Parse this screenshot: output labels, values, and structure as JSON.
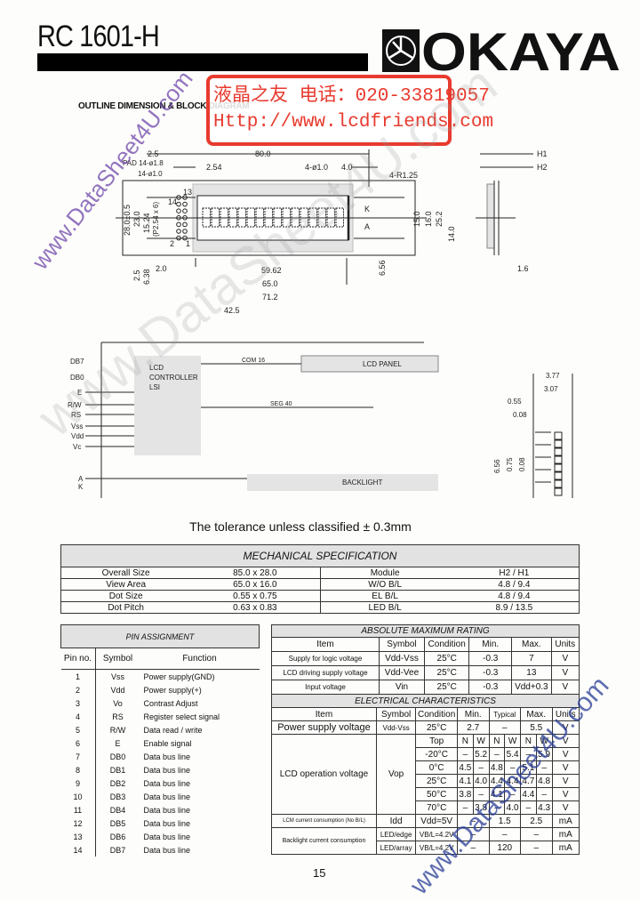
{
  "header": {
    "title": "RC 1601-H",
    "brand": "OKAYA",
    "section_title": "OUTLINE DIMENSION & BLOCK DIAGRAM"
  },
  "stamp": {
    "line1": "液晶之友 电话：020-33819057",
    "line2": "Http://www.lcdfriends.com",
    "color": "#e83a2e"
  },
  "watermark": "www.DataSheet4U.com",
  "outline": {
    "dims": [
      "2.5",
      "80.0",
      "PAD 14-ø1.8",
      "2.54",
      "14-ø1.0",
      "4-ø1.0",
      "4.0",
      "4-R1.25",
      "13",
      "14",
      "K",
      "A",
      "1",
      "2",
      "59.62",
      "65.0",
      "71.2",
      "42.5",
      "2.0",
      "1.6",
      "H1",
      "H2"
    ],
    "vdims": [
      "28.0±0.5",
      "23.0",
      "15.24",
      "(P2.54 x 6)",
      "15.0",
      "16.0",
      "25.2",
      "14.0",
      "6.56",
      "2.5",
      "6.38"
    ]
  },
  "block_diagram": {
    "inputs": [
      "DB7",
      "DB0",
      "E",
      "R/W",
      "RS",
      "Vss",
      "Vdd",
      "Vc",
      "A",
      "K"
    ],
    "controller": [
      "LCD",
      "CONTROLLER",
      "LSI"
    ],
    "com": "COM 16",
    "seg": "SEG 40",
    "panel": "LCD PANEL",
    "backlight": "BACKLIGHT"
  },
  "dot_detail": {
    "dims": [
      "3.77",
      "3.07",
      "0.55",
      "0.08"
    ],
    "vdims": [
      "6.56",
      "0.75",
      "0.08"
    ]
  },
  "tolerance": "The tolerance unless classified ± 0.3mm",
  "mechanical": {
    "title": "MECHANICAL SPECIFICATION",
    "rows": [
      [
        "Overall Size",
        "85.0 x 28.0",
        "Module",
        "H2 / H1"
      ],
      [
        "View Area",
        "65.0 x 16.0",
        "W/O B/L",
        "4.8 / 9.4"
      ],
      [
        "Dot Size",
        "0.55 x 0.75",
        "EL B/L",
        "4.8 / 9.4"
      ],
      [
        "Dot Pitch",
        "0.63 x 0.83",
        "LED B/L",
        "8.9 / 13.5"
      ]
    ]
  },
  "pins": {
    "title": "PIN ASSIGNMENT",
    "columns": [
      "Pin no.",
      "Symbol",
      "Function"
    ],
    "rows": [
      [
        "1",
        "Vss",
        "Power supply(GND)"
      ],
      [
        "2",
        "Vdd",
        "Power supply(+)"
      ],
      [
        "3",
        "Vo",
        "Contrast Adjust"
      ],
      [
        "4",
        "RS",
        "Register select signal"
      ],
      [
        "5",
        "R/W",
        "Data read / write"
      ],
      [
        "6",
        "E",
        "Enable signal"
      ],
      [
        "7",
        "DB0",
        "Data bus line"
      ],
      [
        "8",
        "DB1",
        "Data bus line"
      ],
      [
        "9",
        "DB2",
        "Data bus line"
      ],
      [
        "10",
        "DB3",
        "Data bus line"
      ],
      [
        "11",
        "DB4",
        "Data bus line"
      ],
      [
        "12",
        "DB5",
        "Data bus line"
      ],
      [
        "13",
        "DB6",
        "Data bus line"
      ],
      [
        "14",
        "DB7",
        "Data bus line"
      ]
    ]
  },
  "abs_max": {
    "title": "ABSOLUTE MAXIMUM RATING",
    "columns": [
      "Item",
      "Symbol",
      "Condition",
      "Min.",
      "Max.",
      "Units"
    ],
    "rows": [
      [
        "Supply for logic voltage",
        "Vdd-Vss",
        "25°C",
        "-0.3",
        "7",
        "V"
      ],
      [
        "LCD driving supply voltage",
        "Vdd-Vee",
        "25°C",
        "-0.3",
        "13",
        "V"
      ],
      [
        "Input voltage",
        "Vin",
        "25°C",
        "-0.3",
        "Vdd+0.3",
        "V"
      ]
    ]
  },
  "electrical": {
    "title": "ELECTRICAL CHARACTERISTICS",
    "columns": [
      "Item",
      "Symbol",
      "Condition",
      "Min.",
      "Typical",
      "Max.",
      "Units"
    ],
    "power": [
      "Power supply voltage",
      "Vdd-Vss",
      "25°C",
      "2.7",
      "–",
      "5.5",
      "V"
    ],
    "lcd_item": "LCD operation voltage",
    "lcd_symbol": "Vop",
    "lcd_rows": [
      [
        "Top",
        "N",
        "W",
        "N",
        "W",
        "N",
        "W",
        "V"
      ],
      [
        "-20°C",
        "–",
        "5.2",
        "–",
        "5.4",
        "–",
        "5.9",
        "V"
      ],
      [
        "0°C",
        "4.5",
        "–",
        "4.8",
        "–",
        "5.1",
        "–",
        "V"
      ],
      [
        "25°C",
        "4.1",
        "4.0",
        "4.4",
        "4.4",
        "4.7",
        "4.8",
        "V"
      ],
      [
        "50°C",
        "3.8",
        "–",
        "4.1",
        "–",
        "4.4",
        "–",
        "V"
      ],
      [
        "70°C",
        "–",
        "3.8",
        "–",
        "4.0",
        "–",
        "4.3",
        "V"
      ]
    ],
    "idd": [
      "LCM current consumption (No B/L)",
      "Idd",
      "Vdd=5V",
      "–",
      "1.5",
      "2.5",
      "mA"
    ],
    "backlight_item": "Backlight current consumption",
    "backlight_rows": [
      [
        "LED/edge",
        "VB/L=4.2V",
        "–",
        "–",
        "–",
        "mA"
      ],
      [
        "LED/array",
        "VB/L=4.2V",
        "–",
        "120",
        "–",
        "mA"
      ]
    ]
  },
  "page_number": "15"
}
